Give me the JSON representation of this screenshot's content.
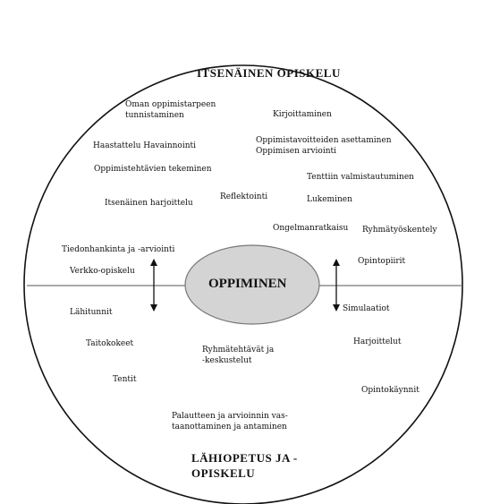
{
  "center": "OPPIMINEN",
  "top_heading": "ITSENÄINEN OPISKELU",
  "bottom_heading": "LÄHIOPETUS JA -\nOPISKELU",
  "items": {
    "oman": "Oman oppimistarpeen\ntunnistaminen",
    "kirjoittaminen": "Kirjoittaminen",
    "haastattelu": "Haastattelu Havainnointi",
    "oppimistavoitteiden": "Oppimistavoitteiden asettaminen\nOppimisen arviointi",
    "oppimistehtavien": "Oppimistehtävien tekeminen",
    "tenttiin": "Tenttiin valmistautuminen",
    "itsenainen": "Itsenäinen harjoittelu",
    "reflektointi": "Reflektointi",
    "lukeminen": "Lukeminen",
    "ongelmanratkaisu": "Ongelmanratkaisu",
    "ryhmatyoskentely": "Ryhmätyöskentely",
    "tiedonhankinta": "Tiedonhankinta ja -arviointi",
    "opintopiirit": "Opintopiirit",
    "verkko": "Verkko-opiskelu",
    "lahitunnit": "Lähitunnit",
    "simulaatiot": "Simulaatiot",
    "harjoittelut": "Harjoittelut",
    "taitokokeet": "Taitokokeet",
    "ryhmatehtavat": "Ryhmätehtävät ja\n-keskustelut",
    "tentit": "Tentit",
    "opintokaynnit": "Opintokäynnit",
    "palautteen": "Palautteen ja arvioinnin vas-\ntaanottaminen ja antaminen"
  }
}
